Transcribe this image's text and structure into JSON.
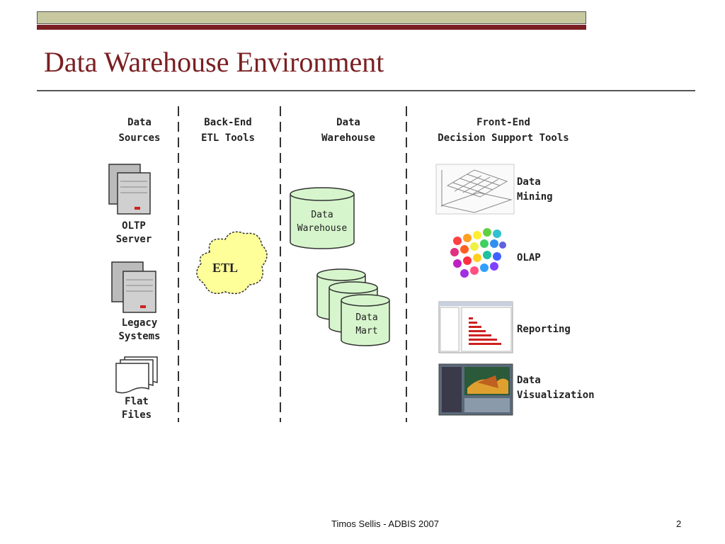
{
  "slide": {
    "title": "Data Warehouse Environment",
    "footer": "Timos Sellis - ADBIS 2007",
    "page_number": "2"
  },
  "columns": {
    "sources": [
      "Data",
      "Sources"
    ],
    "etl": [
      "Back-End",
      "ETL Tools"
    ],
    "warehouse": [
      "Data",
      "Warehouse"
    ],
    "frontend": [
      "Front-End",
      "Decision Support Tools"
    ]
  },
  "sources": {
    "oltp": [
      "OLTP",
      "Server"
    ],
    "legacy": [
      "Legacy",
      "Systems"
    ],
    "flat": [
      "Flat",
      "Files"
    ]
  },
  "etl_label": "ETL",
  "warehouse_box": [
    "Data",
    "Warehouse"
  ],
  "mart_box": [
    "Data",
    "Mart"
  ],
  "tools": {
    "mining": [
      "Data",
      "Mining"
    ],
    "olap": "OLAP",
    "reporting": "Reporting",
    "visualization": [
      "Data",
      "Visualization"
    ]
  },
  "colors": {
    "title": "#7a1f22",
    "accent_bar": "#c8c8a0",
    "cylinder_fill": "#d6f5cc",
    "cloud_fill": "#ffff99"
  },
  "icons": [
    "server-icon",
    "files-icon",
    "cloud-icon",
    "cylinder-icon",
    "mining-chart-icon",
    "olap-cube-icon",
    "report-icon",
    "visualization-icon"
  ]
}
